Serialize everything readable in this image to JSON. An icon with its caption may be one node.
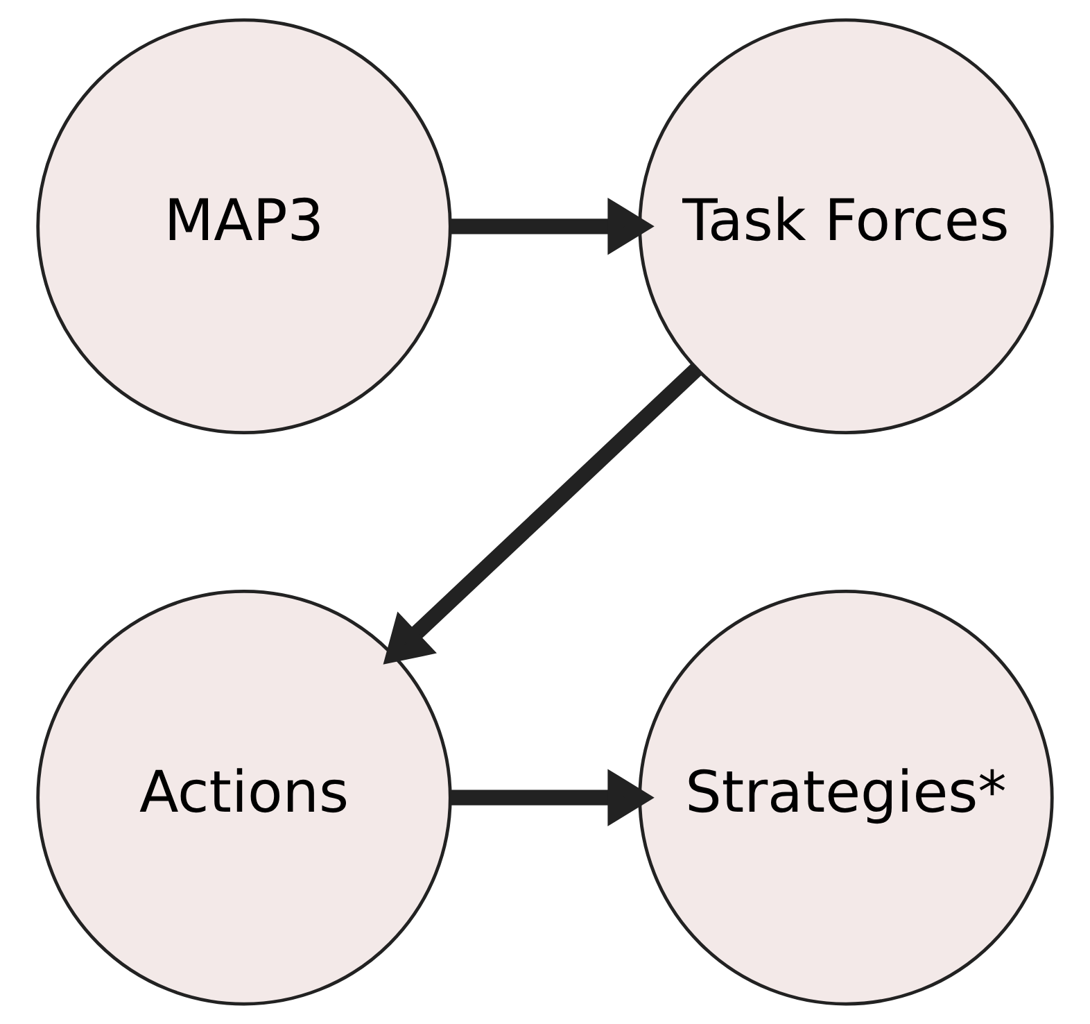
{
  "diagram": {
    "nodes": [
      {
        "text": [
          "MAP3"
        ]
      },
      {
        "text": [
          "Task Forces"
        ]
      },
      {
        "text": [
          "Actions"
        ]
      },
      {
        "text": [
          "Strategies*"
        ]
      }
    ],
    "edges": [
      {
        "from": 0,
        "to": 1,
        "arrow": "to"
      },
      {
        "from": 1,
        "to": 2,
        "arrow": "to"
      },
      {
        "from": 2,
        "to": 3,
        "arrow": "to"
      }
    ]
  }
}
